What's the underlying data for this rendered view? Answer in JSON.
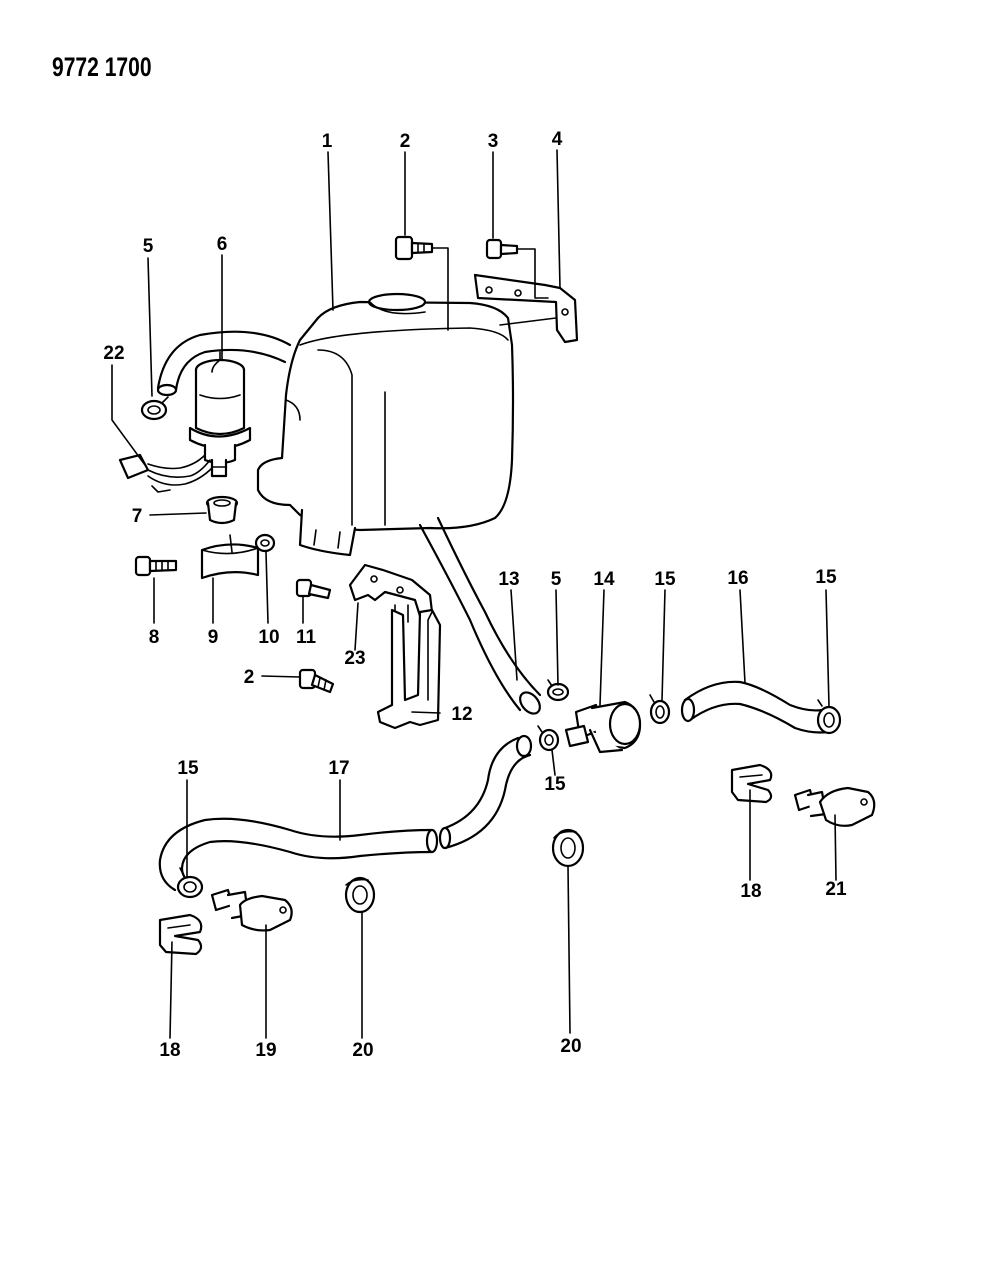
{
  "diagram_code": "9772 1700",
  "callouts": [
    {
      "id": "c1",
      "text": "1"
    },
    {
      "id": "c2a",
      "text": "2"
    },
    {
      "id": "c3",
      "text": "3"
    },
    {
      "id": "c4",
      "text": "4"
    },
    {
      "id": "c5a",
      "text": "5"
    },
    {
      "id": "c6",
      "text": "6"
    },
    {
      "id": "c22",
      "text": "22"
    },
    {
      "id": "c7",
      "text": "7"
    },
    {
      "id": "c8",
      "text": "8"
    },
    {
      "id": "c9",
      "text": "9"
    },
    {
      "id": "c10",
      "text": "10"
    },
    {
      "id": "c11",
      "text": "11"
    },
    {
      "id": "c23",
      "text": "23"
    },
    {
      "id": "c2b",
      "text": "2"
    },
    {
      "id": "c12",
      "text": "12"
    },
    {
      "id": "c13",
      "text": "13"
    },
    {
      "id": "c5b",
      "text": "5"
    },
    {
      "id": "c14",
      "text": "14"
    },
    {
      "id": "c15a",
      "text": "15"
    },
    {
      "id": "c16",
      "text": "16"
    },
    {
      "id": "c15b",
      "text": "15"
    },
    {
      "id": "c15c",
      "text": "15"
    },
    {
      "id": "c17",
      "text": "17"
    },
    {
      "id": "c15d",
      "text": "15"
    },
    {
      "id": "c18a",
      "text": "18"
    },
    {
      "id": "c21",
      "text": "21"
    },
    {
      "id": "c18b",
      "text": "18"
    },
    {
      "id": "c19",
      "text": "19"
    },
    {
      "id": "c20a",
      "text": "20"
    },
    {
      "id": "c20b",
      "text": "20"
    }
  ]
}
